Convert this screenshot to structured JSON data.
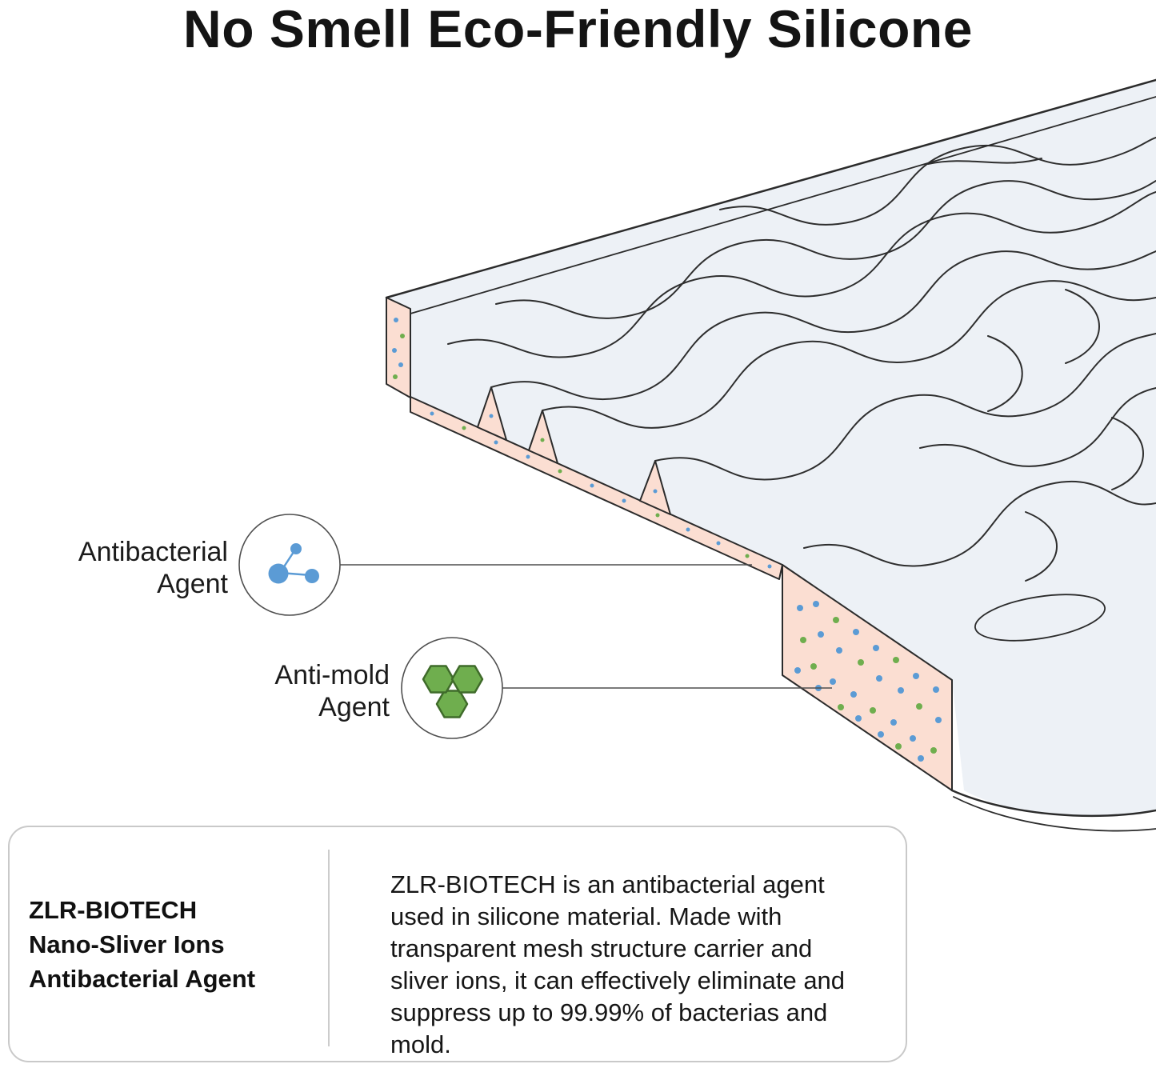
{
  "title": "No Smell Eco-Friendly Silicone",
  "callouts": {
    "antibacterial": {
      "line1": "Antibacterial",
      "line2": "Agent"
    },
    "antimold": {
      "line1": "Anti-mold",
      "line2": "Agent"
    }
  },
  "infobox": {
    "heading_line1": "ZLR-BIOTECH",
    "heading_line2": "Nano-Sliver Ions",
    "heading_line3": "Antibacterial Agent",
    "body": "ZLR-BIOTECH is an antibacterial agent used in silicone material. Made with transparent mesh structure carrier and sliver ions, it can effectively eliminate and suppress up to 99.99% of bacterias and mold."
  },
  "illustration": {
    "icons": {
      "antibacterial": "molecule-icon",
      "antimold": "hexagon-cluster-icon"
    },
    "colors": {
      "silicone_surface": "#edf1f6",
      "cross_section_pink": "#fbded2",
      "antibacterial_dot_blue": "#5b9bd5",
      "antimold_dot_green": "#6fae4e",
      "outline": "#2b2b2b"
    }
  }
}
